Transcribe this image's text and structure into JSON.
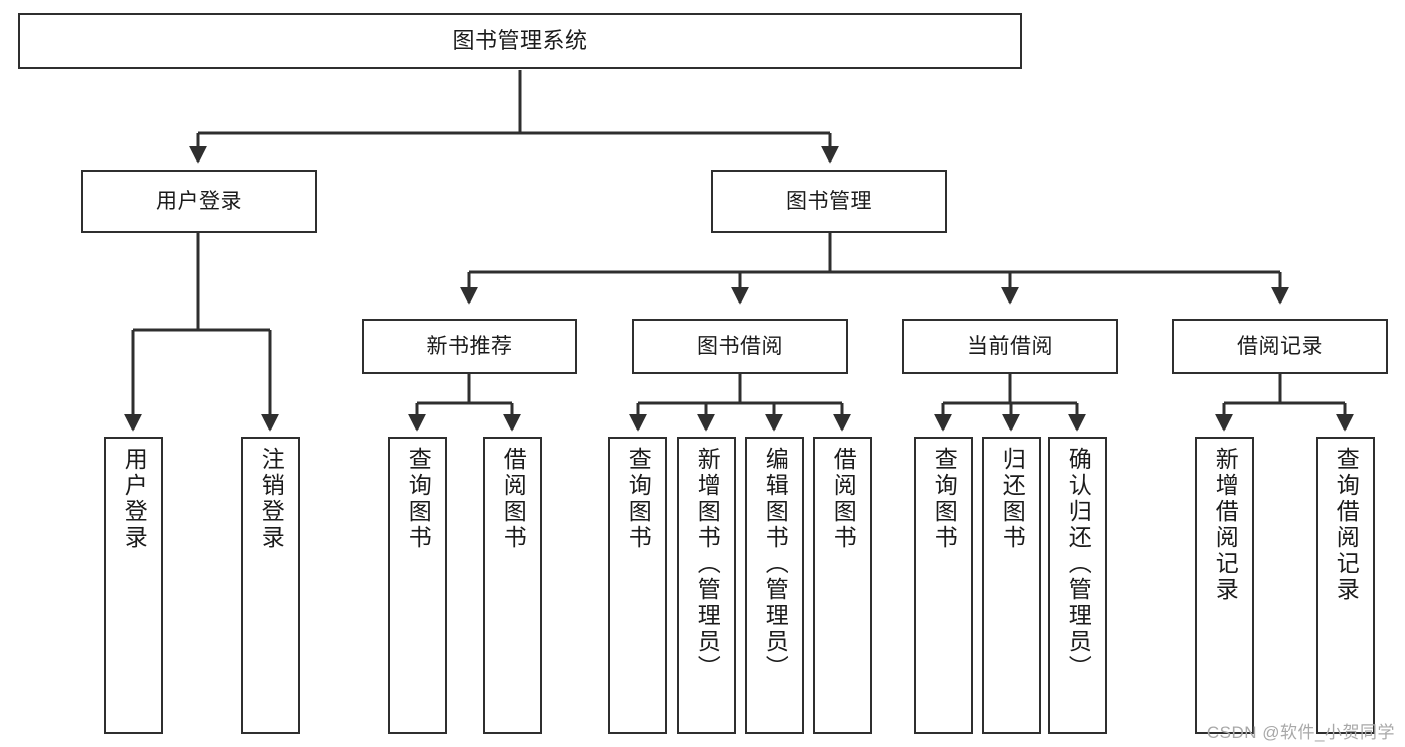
{
  "diagram": {
    "title": "图书管理系统",
    "type": "tree-hierarchy",
    "watermark": "CSDN @软件_小贺同学",
    "colors": {
      "box_border": "#2f2f2f",
      "box_fill": "#ffffff",
      "edge": "#2f2f2f",
      "text": "#1b1b1b",
      "watermark": "#a8a8a8"
    },
    "nodes": {
      "root": {
        "label": "图书管理系统"
      },
      "level2": [
        {
          "id": "user-login",
          "label": "用户登录"
        },
        {
          "id": "book-manage",
          "label": "图书管理"
        }
      ],
      "level3": [
        {
          "id": "new-book-recommend",
          "label": "新书推荐"
        },
        {
          "id": "book-borrow",
          "label": "图书借阅"
        },
        {
          "id": "current-borrow",
          "label": "当前借阅"
        },
        {
          "id": "borrow-record",
          "label": "借阅记录"
        }
      ],
      "leaves": {
        "user-login": [
          {
            "id": "leaf-user-login",
            "label": "用户登录"
          },
          {
            "id": "leaf-logout-login",
            "label": "注销登录"
          }
        ],
        "new-book-recommend": [
          {
            "id": "leaf-query-book-1",
            "label": "查询图书"
          },
          {
            "id": "leaf-borrow-book-1",
            "label": "借阅图书"
          }
        ],
        "book-borrow": [
          {
            "id": "leaf-query-book-2",
            "label": "查询图书"
          },
          {
            "id": "leaf-add-book-admin",
            "label": "新增图书（管理员）"
          },
          {
            "id": "leaf-edit-book-admin",
            "label": "编辑图书（管理员）"
          },
          {
            "id": "leaf-borrow-book-2",
            "label": "借阅图书"
          }
        ],
        "current-borrow": [
          {
            "id": "leaf-query-book-3",
            "label": "查询图书"
          },
          {
            "id": "leaf-return-book",
            "label": "归还图书"
          },
          {
            "id": "leaf-confirm-return-admin",
            "label": "确认归还（管理员）"
          }
        ],
        "borrow-record": [
          {
            "id": "leaf-add-borrow-record",
            "label": "新增借阅记录"
          },
          {
            "id": "leaf-query-borrow-record",
            "label": "查询借阅记录"
          }
        ]
      }
    }
  }
}
